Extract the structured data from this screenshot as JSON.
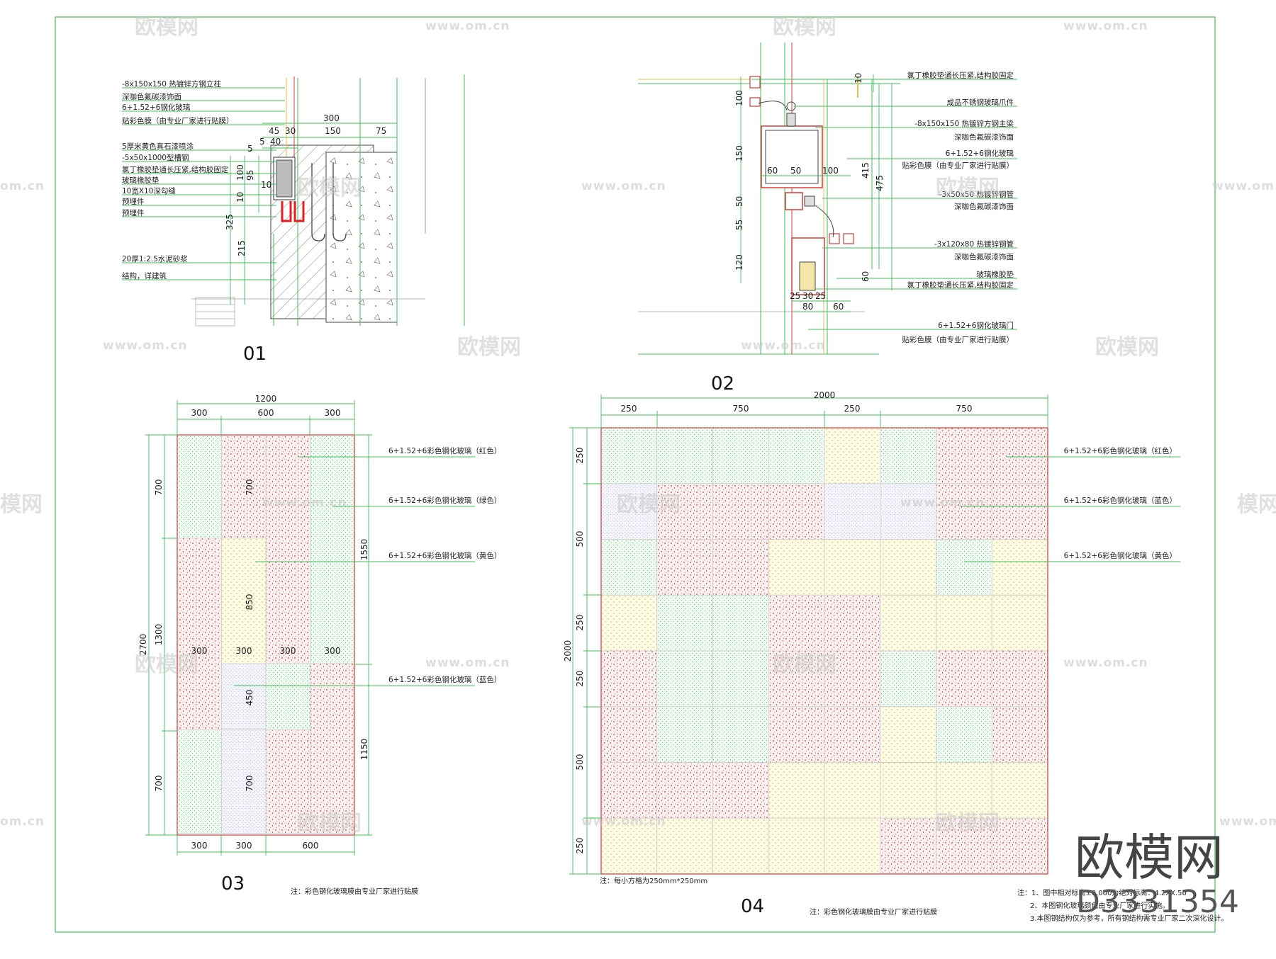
{
  "watermark": {
    "brand": "欧模网",
    "url": "www.om.cn",
    "url_short": "om.cn",
    "brand_partial": "模网"
  },
  "corner": {
    "brand": "欧模网",
    "id": "D3331354"
  },
  "colors": {
    "red": "#d63a3a",
    "green": "#3fbf5a",
    "yellow": "#e0c14a",
    "blue": "#8ea6d8",
    "line": "#2fb84a",
    "bright_red": "#e02020",
    "grey": "#9a9a9a"
  },
  "detail01": {
    "title": "01",
    "labels": [
      "-8x150x150 热镀锌方钢立柱",
      "深咖色氟碳漆饰面",
      "6+1.52+6钢化玻璃",
      "贴彩色膜（由专业厂家进行贴膜）",
      "5厚米黄色真石漆喷涂",
      "-5x50x1000型槽钢",
      "氯丁橡胶垫通长压紧,结构胶固定",
      "玻璃橡胶垫",
      "10宽X10深勾缝",
      "预埋件",
      "预埋件",
      "20厚1:2.5水泥砂浆",
      "结构，详建筑"
    ],
    "dims": [
      "300",
      "45",
      "30",
      "150",
      "75",
      "40",
      "5",
      "5",
      "100",
      "95",
      "10",
      "10",
      "325",
      "215"
    ]
  },
  "detail02": {
    "title": "02",
    "labels": [
      "氯丁橡胶垫通长压紧,结构胶固定",
      "成品不锈钢玻璃爪件",
      "-8x150x150 热镀锌方钢主梁",
      "深咖色氟碳漆饰面",
      "6+1.52+6钢化玻璃",
      "贴彩色膜（由专业厂家进行贴膜）",
      "-3x50x50 热镀锌钢管",
      "深咖色氟碳漆饰面",
      "-3x120x80 热镀锌钢管",
      "深咖色氟碳漆饰面",
      "玻璃橡胶垫",
      "氯丁橡胶垫通长压紧,结构胶固定",
      "6+1.52+6钢化玻璃门",
      "贴彩色膜（由专业厂家进行贴膜）"
    ],
    "dims": [
      "10",
      "100",
      "150",
      "60",
      "50",
      "100",
      "50",
      "55",
      "120",
      "415",
      "475",
      "60",
      "25",
      "30",
      "25",
      "80",
      "60"
    ]
  },
  "detail03": {
    "title": "03",
    "top_dims": [
      "1200",
      "300",
      "600",
      "300"
    ],
    "mid_dims": [
      "300",
      "300",
      "300",
      "300"
    ],
    "bottom_dims": [
      "300",
      "300",
      "600"
    ],
    "left_dims": [
      "2700",
      "700",
      "1300",
      "700"
    ],
    "inner_dims": [
      "700",
      "850",
      "450",
      "700"
    ],
    "right_dims": [
      "1550",
      "1150"
    ],
    "callouts": [
      "6+1.52+6彩色钢化玻璃（红色）",
      "6+1.52+6彩色钢化玻璃（绿色）",
      "6+1.52+6彩色钢化玻璃（黄色）",
      "6+1.52+6彩色钢化玻璃（蓝色）"
    ],
    "note": "注：彩色钢化玻璃膜由专业厂家进行贴膜"
  },
  "detail04": {
    "title": "04",
    "top_dims": [
      "2000",
      "250",
      "750",
      "250",
      "750"
    ],
    "left_dims": [
      "2000",
      "250",
      "500",
      "250",
      "250",
      "500",
      "250"
    ],
    "callouts": [
      "6+1.52+6彩色钢化玻璃（红色）",
      "6+1.52+6彩色钢化玻璃（蓝色）",
      "6+1.52+6彩色钢化玻璃（黄色）"
    ],
    "grid_note": "注：每小方格为250mm*250mm",
    "note": "注：彩色钢化玻璃膜由专业厂家进行贴膜"
  },
  "general_notes": [
    "注：1、图中相对标高±0.000为绝对标高：4.2XX.50",
    "2、本图钢化玻璃颜色由专业厂家进行实施。",
    "3.本图钢结构仅为参考，所有钢结构需专业厂家二次深化设计。"
  ]
}
